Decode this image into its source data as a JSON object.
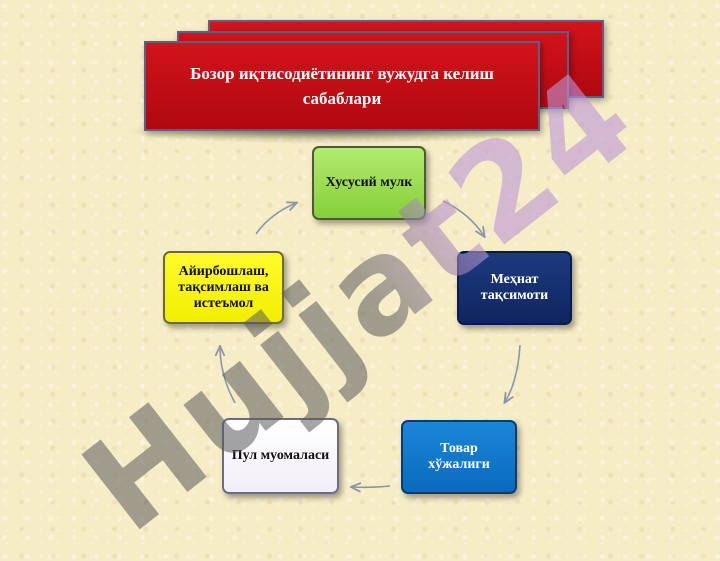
{
  "title": "Бозор иқтисодиётининг вужудга келиш сабаблари",
  "nodes": {
    "private_property": "Хусусий мулк",
    "labor_division": "Меҳнат тақсимоти",
    "commodity_economy": "Товар хўжалиги",
    "money_circulation": "Пул муомаласи",
    "exchange": "Айирбошлаш, тақсимлаш ва истеъмол"
  },
  "watermark": "Hujjat24",
  "colors": {
    "banner": "#c8101a",
    "private_property": "#9ddd55",
    "labor_division": "#13306e",
    "commodity_economy": "#0a78cc",
    "money_circulation": "#f6f3fa",
    "exchange": "#ffff00"
  }
}
